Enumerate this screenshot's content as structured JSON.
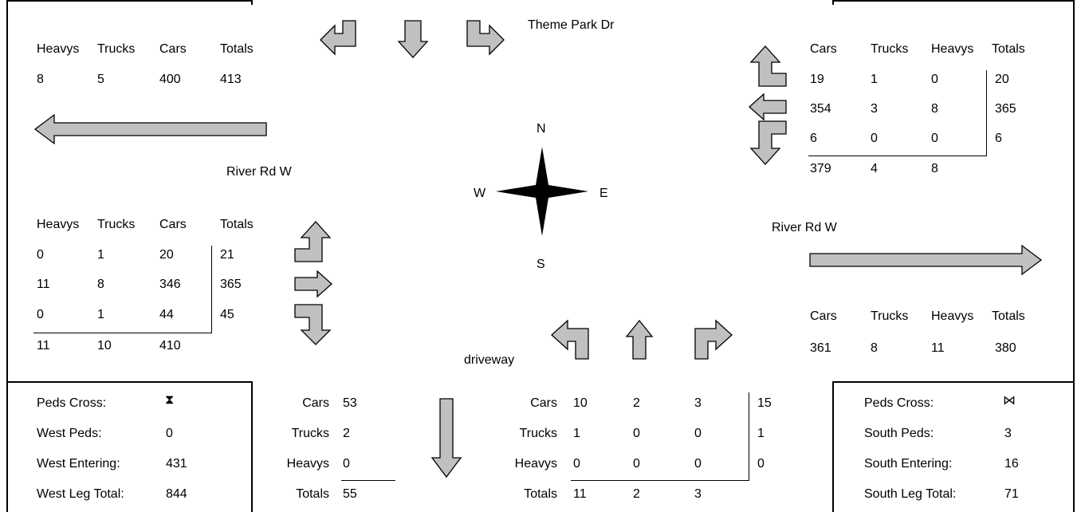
{
  "north": {
    "street": "Theme Park Dr",
    "headers": [
      "Heavys",
      "Trucks",
      "Cars",
      "Totals"
    ],
    "values": [
      "8",
      "5",
      "400",
      "413"
    ]
  },
  "west_street": "River Rd W",
  "east_street": "River Rd W",
  "south_street": "driveway",
  "compass": {
    "n": "N",
    "s": "S",
    "e": "E",
    "w": "W"
  },
  "east_in": {
    "headers": [
      "Cars",
      "Trucks",
      "Heavys",
      "Totals"
    ],
    "rows": [
      [
        "19",
        "1",
        "0",
        "20"
      ],
      [
        "354",
        "3",
        "8",
        "365"
      ],
      [
        "6",
        "0",
        "0",
        "6"
      ]
    ],
    "totals": [
      "379",
      "4",
      "8"
    ]
  },
  "west_in": {
    "headers": [
      "Heavys",
      "Trucks",
      "Cars",
      "Totals"
    ],
    "rows": [
      [
        "0",
        "1",
        "20",
        "21"
      ],
      [
        "11",
        "8",
        "346",
        "365"
      ],
      [
        "0",
        "1",
        "44",
        "45"
      ]
    ],
    "totals": [
      "11",
      "10",
      "410"
    ]
  },
  "east_out": {
    "headers": [
      "Cars",
      "Trucks",
      "Heavys",
      "Totals"
    ],
    "values": [
      "361",
      "8",
      "11",
      "380"
    ]
  },
  "west_peds": {
    "labels": [
      "Peds Cross:",
      "West Peds:",
      "West Entering:",
      "West Leg Total:"
    ],
    "symbol": "⧗",
    "values": [
      "0",
      "431",
      "844"
    ]
  },
  "south_peds": {
    "labels": [
      "Peds Cross:",
      "South Peds:",
      "South Entering:",
      "South Leg Total:"
    ],
    "symbol": "⋈",
    "values": [
      "3",
      "16",
      "71"
    ]
  },
  "south_out": {
    "labels": [
      "Cars",
      "Trucks",
      "Heavys",
      "Totals"
    ],
    "values": [
      "53",
      "2",
      "0",
      "55"
    ]
  },
  "south_in": {
    "labels": [
      "Cars",
      "Trucks",
      "Heavys",
      "Totals"
    ],
    "rows": [
      [
        "10",
        "2",
        "3",
        "15"
      ],
      [
        "1",
        "0",
        "0",
        "1"
      ],
      [
        "0",
        "0",
        "0",
        "0"
      ]
    ],
    "totals": [
      "11",
      "2",
      "3"
    ]
  }
}
